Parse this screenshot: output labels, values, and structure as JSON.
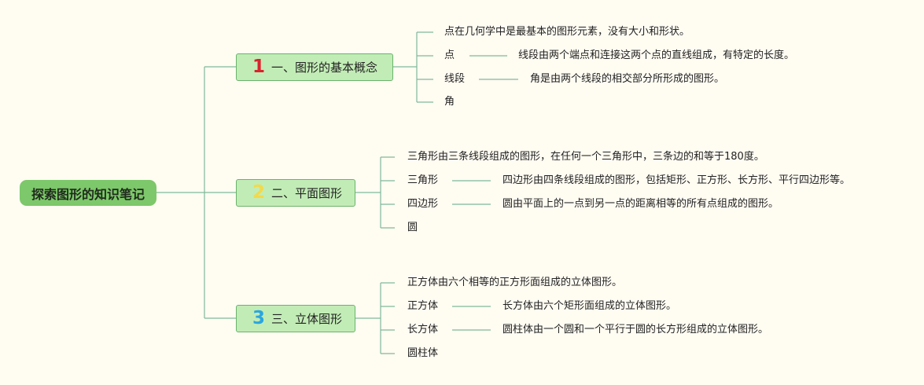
{
  "root": {
    "label": "探索图形的知识笔记"
  },
  "branches": [
    {
      "number": "1",
      "label": "一、图形的基本概念",
      "number_color": "#d9232e",
      "items": [
        "点在几何学中是最基本的图形元素，没有大小和形状。",
        "点",
        "线段由两个端点和连接这两个点的直线组成，有特定的长度。",
        "线段",
        "角是由两个线段的相交部分所形成的图形。",
        "角"
      ]
    },
    {
      "number": "2",
      "label": "二、平面图形",
      "number_color": "#f3d94a",
      "items": [
        "三角形由三条线段组成的图形，在任何一个三角形中，三条边的和等于180度。",
        "三角形",
        "四边形由四条线段组成的图形，包括矩形、正方形、长方形、平行四边形等。",
        "四边形",
        "圆由平面上的一点到另一点的距离相等的所有点组成的图形。",
        "圆"
      ]
    },
    {
      "number": "3",
      "label": "三、立体图形",
      "number_color": "#2aa6df",
      "items": [
        "正方体由六个相等的正方形面组成的立体图形。",
        "正方体",
        "长方体由六个矩形面组成的立体图形。",
        "长方体",
        "圆柱体由一个圆和一个平行于圆的长方形组成的立体图形。",
        "圆柱体"
      ]
    }
  ],
  "colors": {
    "background": "#fffcf2",
    "root_fill": "#7dc86a",
    "branch_fill": "#c2ecb6",
    "branch_border": "#6bb36b",
    "connector": "#7fb89a"
  }
}
